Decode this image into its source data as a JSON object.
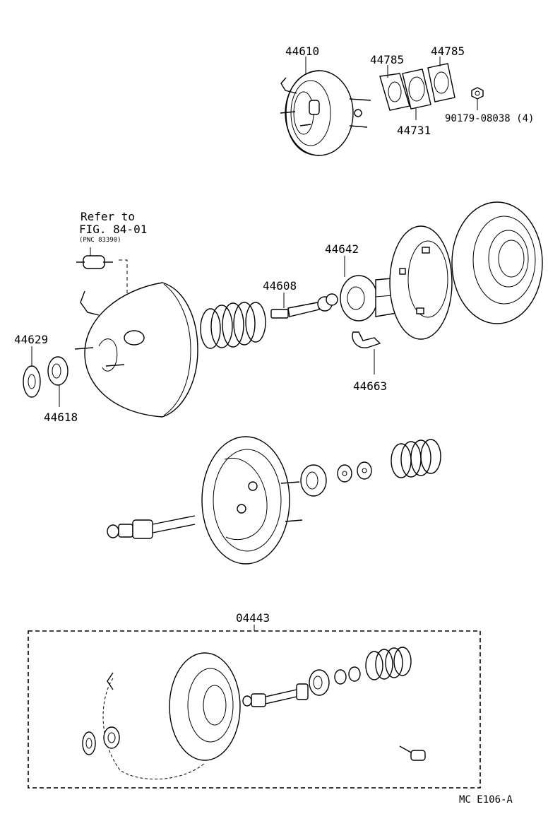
{
  "diagram": {
    "part_numbers": {
      "p44610": "44610",
      "p44785a": "44785",
      "p44785b": "44785",
      "p44731": "44731",
      "p90179": "90179-08038 (4)",
      "p44642": "44642",
      "p44608": "44608",
      "p44629": "44629",
      "p44618": "44618",
      "p44663": "44663",
      "p04443": "04443"
    },
    "reference": {
      "line1": "Refer to",
      "line2": "FIG. 84-01",
      "line3": "(PNC 83390)"
    },
    "figure_code": "MC  E106-A"
  }
}
